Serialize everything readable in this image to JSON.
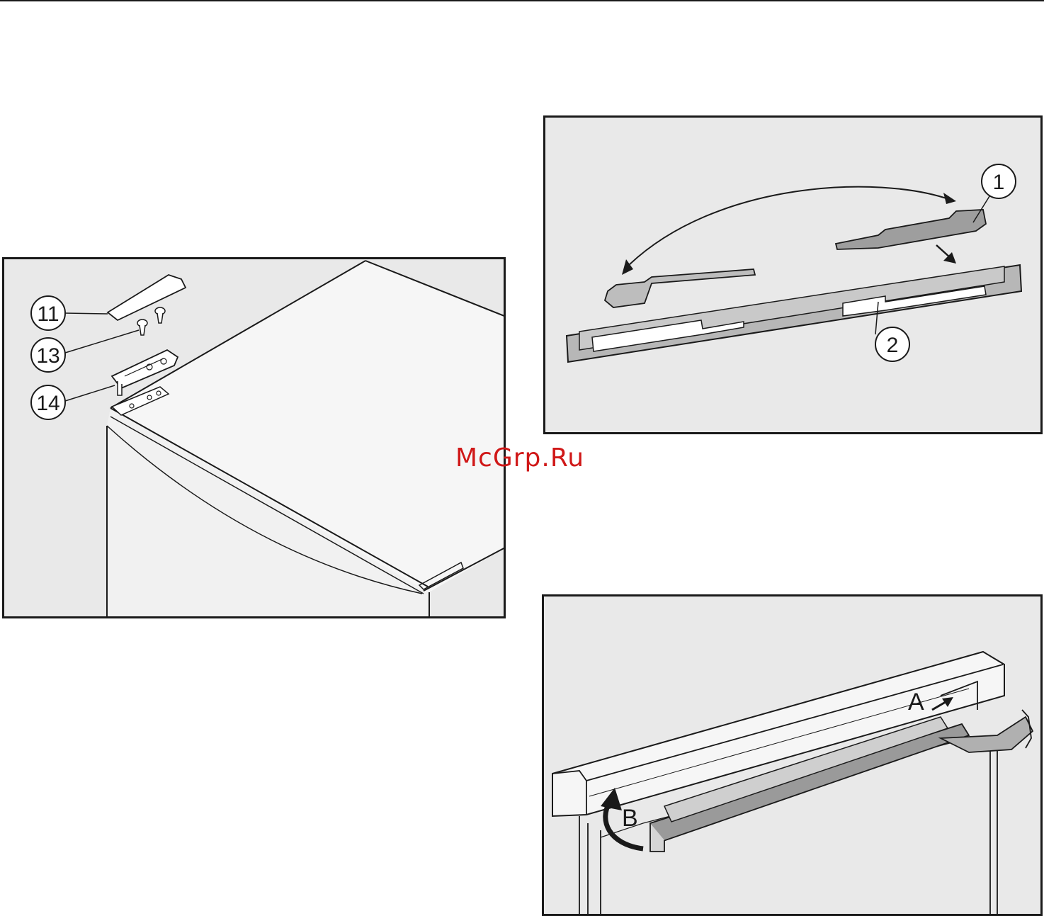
{
  "figures": {
    "left": {
      "callouts": [
        "11",
        "13",
        "14"
      ]
    },
    "right_top": {
      "callouts": [
        "1",
        "2"
      ]
    },
    "right_bottom": {
      "labels": [
        "A",
        "B"
      ]
    }
  },
  "watermark": "McGrp.Ru",
  "colors": {
    "figure_background": "#e9e9e9",
    "line": "#1a1a1a",
    "watermark": "#d01818"
  }
}
